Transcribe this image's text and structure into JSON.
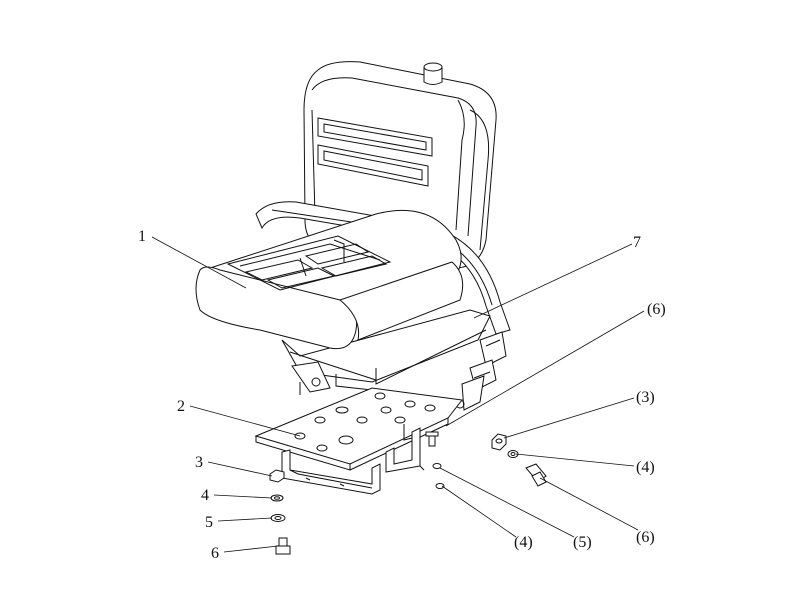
{
  "callouts": [
    {
      "id": "seat-cushion",
      "label": "1"
    },
    {
      "id": "base-plate",
      "label": "2"
    },
    {
      "id": "nut-left",
      "label": "3"
    },
    {
      "id": "washer-left",
      "label": "4"
    },
    {
      "id": "spring-washer-left",
      "label": "5"
    },
    {
      "id": "bolt-left",
      "label": "6"
    },
    {
      "id": "seat-belt",
      "label": "7"
    },
    {
      "id": "bolt-upper-right",
      "label": "(6)"
    },
    {
      "id": "nut-right",
      "label": "(3)"
    },
    {
      "id": "washer-right",
      "label": "(4)"
    },
    {
      "id": "bolt-right",
      "label": "(6)"
    },
    {
      "id": "washer-bottom",
      "label": "(4)"
    },
    {
      "id": "spring-washer-bottom",
      "label": "(5)"
    }
  ]
}
